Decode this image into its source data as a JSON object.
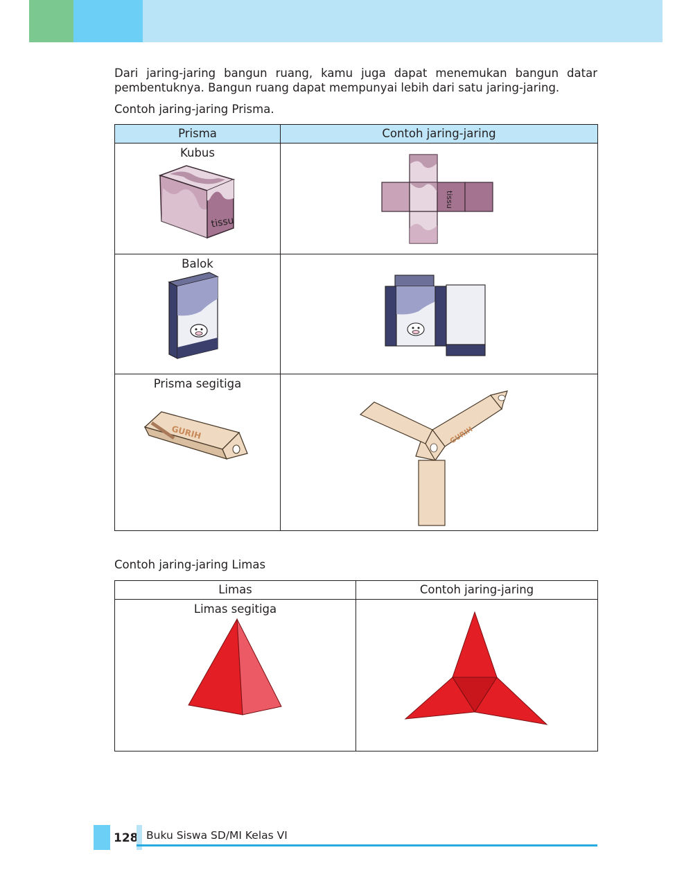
{
  "intro": {
    "paragraph": "Dari jaring-jaring bangun ruang, kamu juga dapat menemukan bangun datar pembentuknya.  Bangun ruang dapat mempunyai lebih dari satu jaring-jaring.",
    "prisma_caption": "Contoh jaring-jaring Prisma.",
    "limas_caption": "Contoh jaring-jaring Limas"
  },
  "prisma_table": {
    "header_shape": "Prisma",
    "header_net": "Contoh jaring-jaring",
    "rows": [
      {
        "label": "Kubus",
        "box_text": "tissu"
      },
      {
        "label": "Balok"
      },
      {
        "label": "Prisma segitiga",
        "box_text": "GURIH"
      }
    ]
  },
  "limas_table": {
    "header_shape": "Limas",
    "header_net": "Contoh jaring-jaring",
    "rows": [
      {
        "label": "Limas segitiga"
      }
    ]
  },
  "footer": {
    "page_number": "128",
    "book_title": "Buku Siswa SD/MI Kelas VI"
  },
  "colors": {
    "banner_green": "#7cc891",
    "banner_blue": "#6ccff6",
    "banner_light": "#b9e4f8",
    "table_header": "#bfe6f8",
    "tissue_purple": "#a3738f",
    "milk_navy": "#3b3f6b",
    "prism_tan": "#efd9c0",
    "pyramid_red": "#e31e24"
  }
}
